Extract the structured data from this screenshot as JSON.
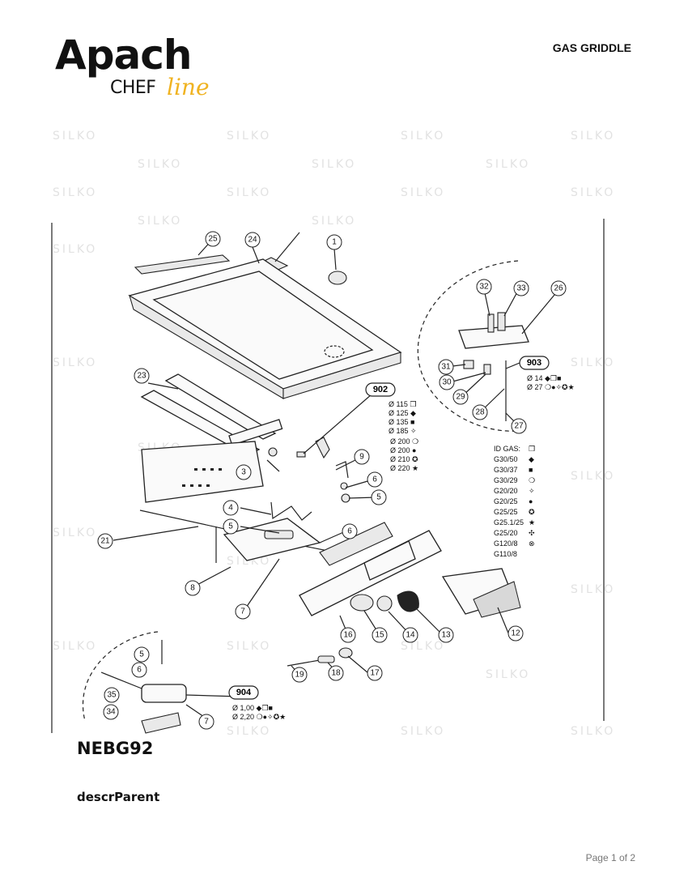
{
  "header": {
    "logo_apach": "Apach",
    "logo_chef": "CHEF",
    "logo_line": "line",
    "title": "GAS GRIDDLE"
  },
  "watermark": "SILKO",
  "diagram": {
    "callouts": [
      "1",
      "3",
      "4",
      "5",
      "5",
      "5",
      "6",
      "6",
      "6",
      "7",
      "7",
      "8",
      "9",
      "12",
      "13",
      "14",
      "15",
      "16",
      "17",
      "18",
      "19",
      "21",
      "23",
      "24",
      "25",
      "26",
      "27",
      "28",
      "29",
      "30",
      "31",
      "32",
      "33",
      "34",
      "35"
    ],
    "code_902": "902",
    "code_903": "903",
    "code_904": "904",
    "specs_902": [
      "Ø 115 ❒",
      "Ø 125 ◆",
      "Ø 135 ■",
      "Ø 185 ✧"
    ],
    "specs_902b": [
      "Ø 200 ❍",
      "Ø 200 ●",
      "Ø 210 ✪",
      "Ø 220 ★"
    ],
    "specs_903": [
      "Ø 14 ◆❒■",
      "Ø 27 ❍●✧✪★"
    ],
    "specs_904": [
      "Ø 1,00 ◆❒■",
      "Ø 2,20 ❍●✧✪★"
    ],
    "gas_header": "ID GAS:",
    "gas_list": [
      {
        "code": "G30/50",
        "sym": "◆"
      },
      {
        "code": "G30/37",
        "sym": "■"
      },
      {
        "code": "G30/29",
        "sym": "❍"
      },
      {
        "code": "G20/20",
        "sym": "✧"
      },
      {
        "code": "G20/25",
        "sym": "●"
      },
      {
        "code": "G25/25",
        "sym": "✪"
      },
      {
        "code": "G25.1/25",
        "sym": "★"
      },
      {
        "code": "G25/20",
        "sym": "✣"
      },
      {
        "code": "G120/8",
        "sym": "⊗"
      },
      {
        "code": "G110/8",
        "sym": ""
      }
    ]
  },
  "model": "NEBG92",
  "description": "descrParent",
  "footer": {
    "page": "Page 1 of 2"
  },
  "colors": {
    "accent": "#f0b321",
    "text": "#111111",
    "watermark": "#e2e2e2"
  }
}
